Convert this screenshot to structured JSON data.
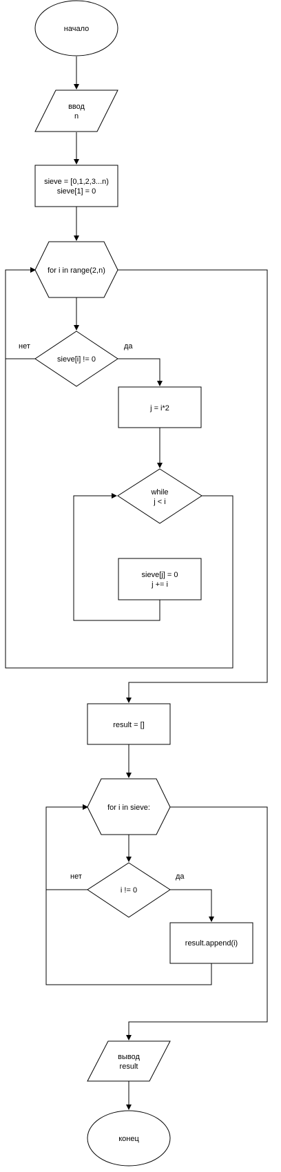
{
  "flowchart": {
    "start": "начало",
    "input": [
      "ввод",
      "n"
    ],
    "init": [
      "sieve = [0,1,2,3...n)",
      "sieve[1] = 0"
    ],
    "loop_outer": "for i in range(2,n)",
    "cond_sieve": "sieve[i] != 0",
    "cond_sieve_no": "нет",
    "cond_sieve_yes": "да",
    "assign_j": "j = i*2",
    "while_cond": [
      "while",
      "j < i"
    ],
    "while_body": [
      "sieve[j] = 0",
      "j += i"
    ],
    "result_init": "result = []",
    "loop_result": "for i in sieve:",
    "cond_i": "i != 0",
    "cond_i_no": "нет",
    "cond_i_yes": "да",
    "append": "result.append(i)",
    "output": [
      "вывод",
      "result"
    ],
    "end": "конец"
  }
}
